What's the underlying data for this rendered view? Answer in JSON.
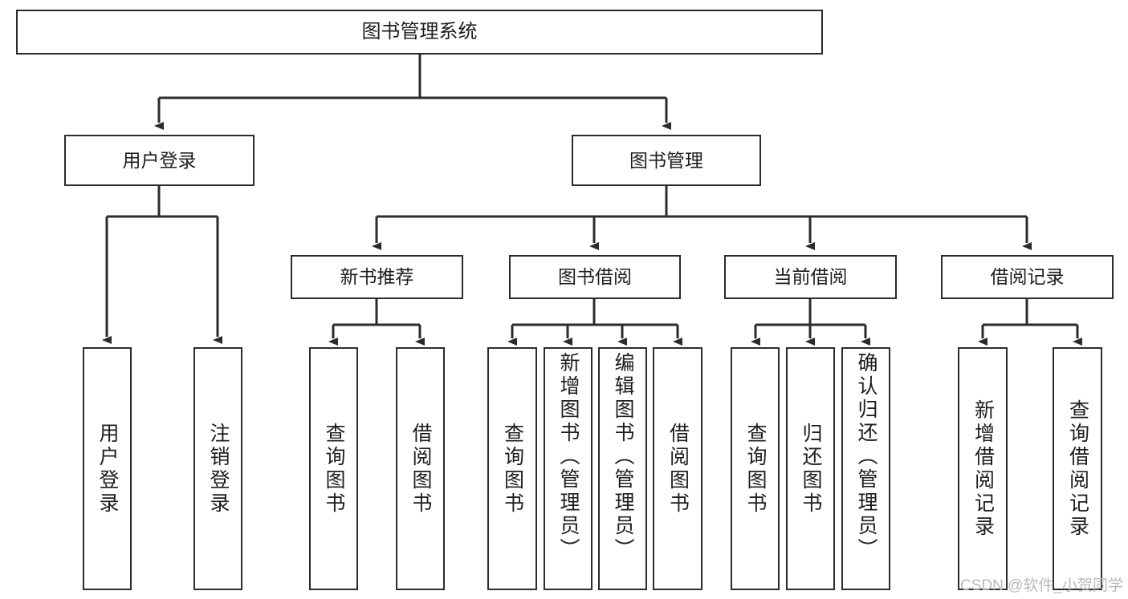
{
  "diagram": {
    "title": "图书管理系统",
    "type": "tree",
    "orientation": "top-down",
    "colors": {
      "box_border": "#2b2b2b",
      "box_fill": "#ffffff",
      "connector": "#2b2b2b",
      "text": "#1d1d1d",
      "watermark": "#b9b9b9",
      "background": "#ffffff"
    },
    "root": {
      "label": "图书管理系统"
    },
    "level2": [
      {
        "label": "用户登录"
      },
      {
        "label": "图书管理"
      }
    ],
    "level3": [
      {
        "label": "新书推荐"
      },
      {
        "label": "图书借阅"
      },
      {
        "label": "当前借阅"
      },
      {
        "label": "借阅记录"
      }
    ],
    "leaves": {
      "user_login": [
        {
          "label": "用户登录"
        },
        {
          "label": "注销登录"
        }
      ],
      "new_book_recommend": [
        {
          "label": "查询图书"
        },
        {
          "label": "借阅图书"
        }
      ],
      "book_borrow": [
        {
          "label": "查询图书"
        },
        {
          "label": "新增图书（管理员）"
        },
        {
          "label": "编辑图书（管理员）"
        },
        {
          "label": "借阅图书"
        }
      ],
      "current_borrow": [
        {
          "label": "查询图书"
        },
        {
          "label": "归还图书"
        },
        {
          "label": "确认归还（管理员）"
        }
      ],
      "borrow_records": [
        {
          "label": "新增借阅记录"
        },
        {
          "label": "查询借阅记录"
        }
      ]
    }
  },
  "watermark": {
    "text": "CSDN @软件_小贺同学"
  }
}
